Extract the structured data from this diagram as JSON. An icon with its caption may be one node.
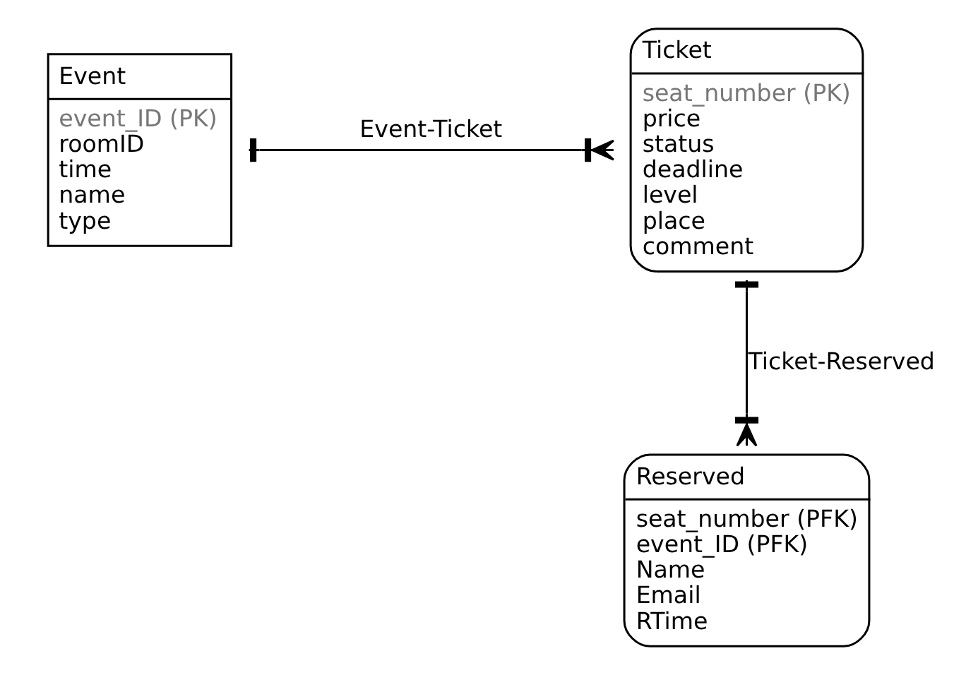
{
  "diagram": {
    "nodes": [
      {
        "text": [
          "Event",
          "event_ID (PK)",
          "roomID",
          "time",
          "name",
          "type"
        ]
      },
      {
        "text": [
          "Ticket",
          "seat_number (PK)",
          "price",
          "status",
          "deadline",
          "level",
          "place",
          "comment"
        ]
      },
      {
        "text": [
          "Reserved",
          "seat_number (PFK)",
          "event_ID (PFK)",
          "Name",
          "Email",
          "RTime"
        ]
      }
    ],
    "edges": [
      {
        "from": 0,
        "to": 1,
        "arrow": "other",
        "label": "Event-Ticket"
      },
      {
        "from": 1,
        "to": 2,
        "arrow": "other",
        "label": "Ticket-Reserved"
      }
    ]
  }
}
